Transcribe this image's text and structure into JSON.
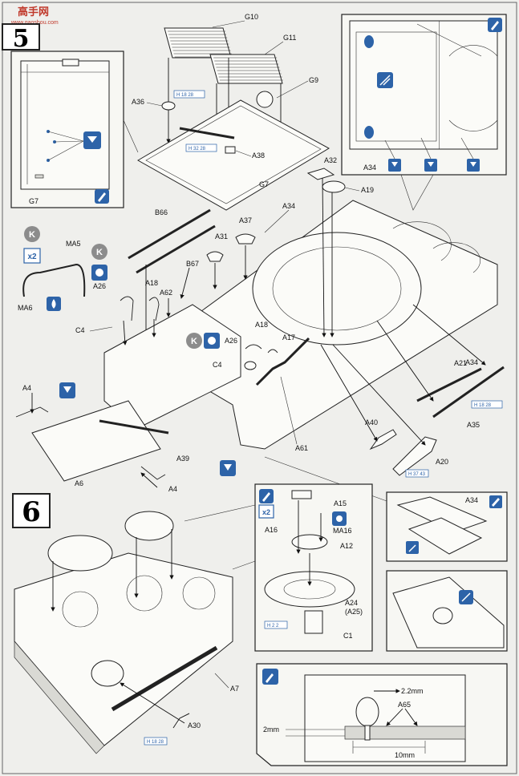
{
  "watermark": {
    "brand": "高手网",
    "site": "www.gaoshou.com"
  },
  "steps": [
    {
      "number": "5"
    },
    {
      "number": "6"
    }
  ],
  "symbols": {
    "k_badge": "K",
    "x2": "x2",
    "color_blue": "#2d63a8",
    "color_grey": "#8c8c8c"
  },
  "step5_labels": {
    "g10": "G10",
    "g11": "G11",
    "g9": "G9",
    "a36": "A36",
    "a38": "A38",
    "g7": "G7",
    "g7_inset": "G7",
    "a32": "A32",
    "a19": "A19",
    "a34": "A34",
    "a34_inset": "A34",
    "b66": "B66",
    "a31": "A31",
    "a37": "A37",
    "b67": "B67",
    "ma5": "MA5",
    "ma6": "MA6",
    "a26": "A26",
    "a18": "A18",
    "a62": "A62",
    "c4": "C4",
    "a26b": "A26",
    "a18b": "A18",
    "a17": "A17",
    "c4b": "C4",
    "a21": "A21",
    "a35": "A35",
    "a4": "A4",
    "a6": "A6",
    "a39": "A39",
    "a4b": "A4",
    "a40": "A40",
    "a61": "A61",
    "a20": "A20",
    "a34_right": "A34"
  },
  "step5_refs": {
    "h18_28": "H 18 28",
    "h32_28": "H 32 28",
    "h18_28b": "H 18 28",
    "h37_43": "H 37 43"
  },
  "step6_labels": {
    "a15": "A15",
    "ma16": "MA16",
    "a16": "A16",
    "a12": "A12",
    "a24": "A24",
    "a25": "(A25)",
    "c1": "C1",
    "a7": "A7",
    "a30": "A30",
    "a65": "A65"
  },
  "step6_refs": {
    "h2_2": "H 2 2",
    "h18_28": "H 18 28"
  },
  "dimensions": {
    "d1": "2.2mm",
    "d2": "2mm",
    "d3": "10mm"
  }
}
